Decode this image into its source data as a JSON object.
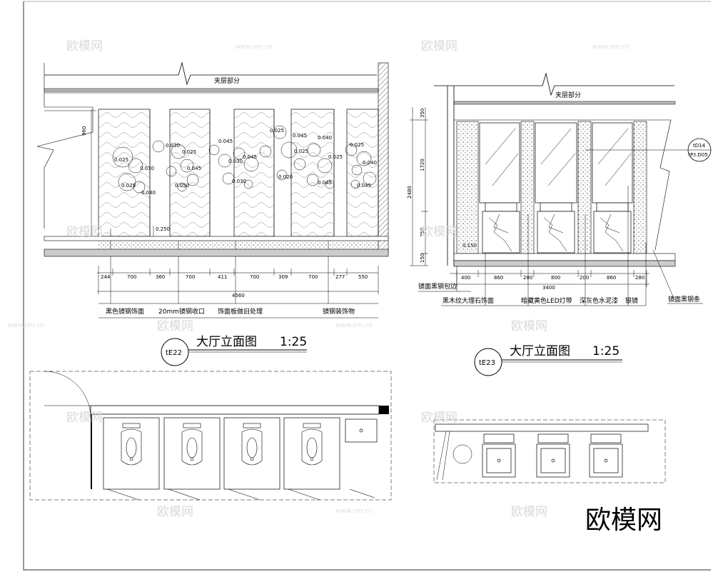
{
  "left_elevation": {
    "header": "夹层部分",
    "height_dim": "960",
    "level_label": "0.250",
    "dims": [
      "244",
      "700",
      "360",
      "700",
      "411",
      "700",
      "309",
      "700",
      "277",
      "550"
    ],
    "total": "4560",
    "notes": [
      "黑色镜钢饰面",
      "20mm镜钢收口",
      "饰面板做旧处理",
      "镜钢装饰物"
    ],
    "tag": "tE22",
    "title": "大厅立面图",
    "scale": "1:25"
  },
  "right_elevation": {
    "header": "夹层部分",
    "vdims": [
      "350",
      "1720",
      "2480",
      "750",
      "150"
    ],
    "level_label": "0.150",
    "dims": [
      "400",
      "860",
      "280",
      "800",
      "200",
      "860",
      "280"
    ],
    "total": "3400",
    "ref_tag": "tD14",
    "ref_sub": "IP.t.D05",
    "notes_top": [
      "镜面黑钢包边"
    ],
    "notes_bottom": [
      "黑木纹大理石饰面",
      "暗藏黄色LED灯带",
      "深灰色水泥漆",
      "银镜"
    ],
    "note_right": "镜面黑钢条",
    "tag": "tE23",
    "title": "大厅立面图",
    "scale": "1:25"
  },
  "watermark": {
    "brand": "欧模网",
    "url": "www.om.cn"
  }
}
